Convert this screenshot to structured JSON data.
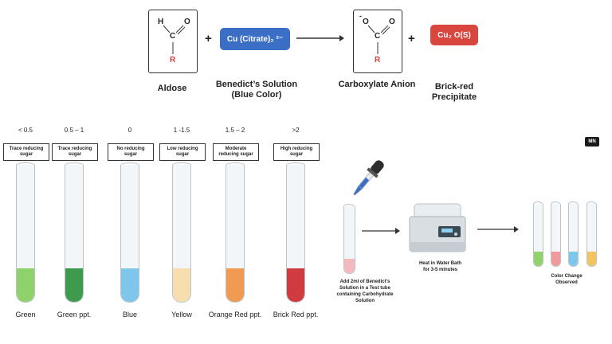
{
  "reaction": {
    "aldose": {
      "atoms": {
        "h": "H",
        "c": "C",
        "o": "O",
        "r": "R"
      },
      "label": "Aldose"
    },
    "plus": "+",
    "reagent": {
      "pill": "Cu (Citrate)₂ ²⁻",
      "label_line1": "Benedict’s  Solution",
      "label_line2": "(Blue Color)",
      "color": "#3b6fc6"
    },
    "anion": {
      "atoms": {
        "minus": "-",
        "o1": "O",
        "c": "C",
        "o2": "O",
        "r": "R"
      },
      "label": "Carboxylate Anion"
    },
    "precipitate": {
      "pill": "Cu₂ O(S)",
      "label_line1": "Brick-red",
      "label_line2": "Precipitate",
      "color": "#d9463e"
    }
  },
  "results": [
    {
      "range": "< 0.5",
      "sugar_line1": "Trace reducing",
      "sugar_line2": "sugar",
      "caption": "Green",
      "color": "#8fd16a"
    },
    {
      "range": "0.5 – 1",
      "sugar_line1": "Trace reducing",
      "sugar_line2": "sugar",
      "caption": "Green ppt.",
      "color": "#3f9a4e"
    },
    {
      "range": "0",
      "sugar_line1": "No reducing",
      "sugar_line2": "sugar",
      "caption": "Blue",
      "color": "#7fc6ec"
    },
    {
      "range": "1 -1.5",
      "sugar_line1": "Low reducing",
      "sugar_line2": "sugar",
      "caption": "Yellow",
      "color": "#f6deae"
    },
    {
      "range": "1.5 – 2",
      "sugar_line1": "Moderate",
      "sugar_line2": "reducing sugar",
      "caption": "Orange Red ppt.",
      "color": "#f19a52"
    },
    {
      "range": ">2",
      "sugar_line1": "High reducing",
      "sugar_line2": "sugar",
      "caption": "Brick Red ppt.",
      "color": "#cf3b3f"
    }
  ],
  "procedure": {
    "step1_line1": "Add 2ml of Benedict’s",
    "step1_line2": "Solution in a Test tube",
    "step1_line3": "containing Carbohydrate",
    "step1_line4": "Solution",
    "step2_line1": "Heat in Water Bath",
    "step2_line2": "for 3-5 minutes",
    "step3_line1": "Color Change",
    "step3_line2": "Observed",
    "sample_color": "#f4b9bf",
    "final_colors": [
      "#8fd16a",
      "#f19a9c",
      "#7fc6ec",
      "#f4c45e"
    ]
  },
  "badge": "MN"
}
